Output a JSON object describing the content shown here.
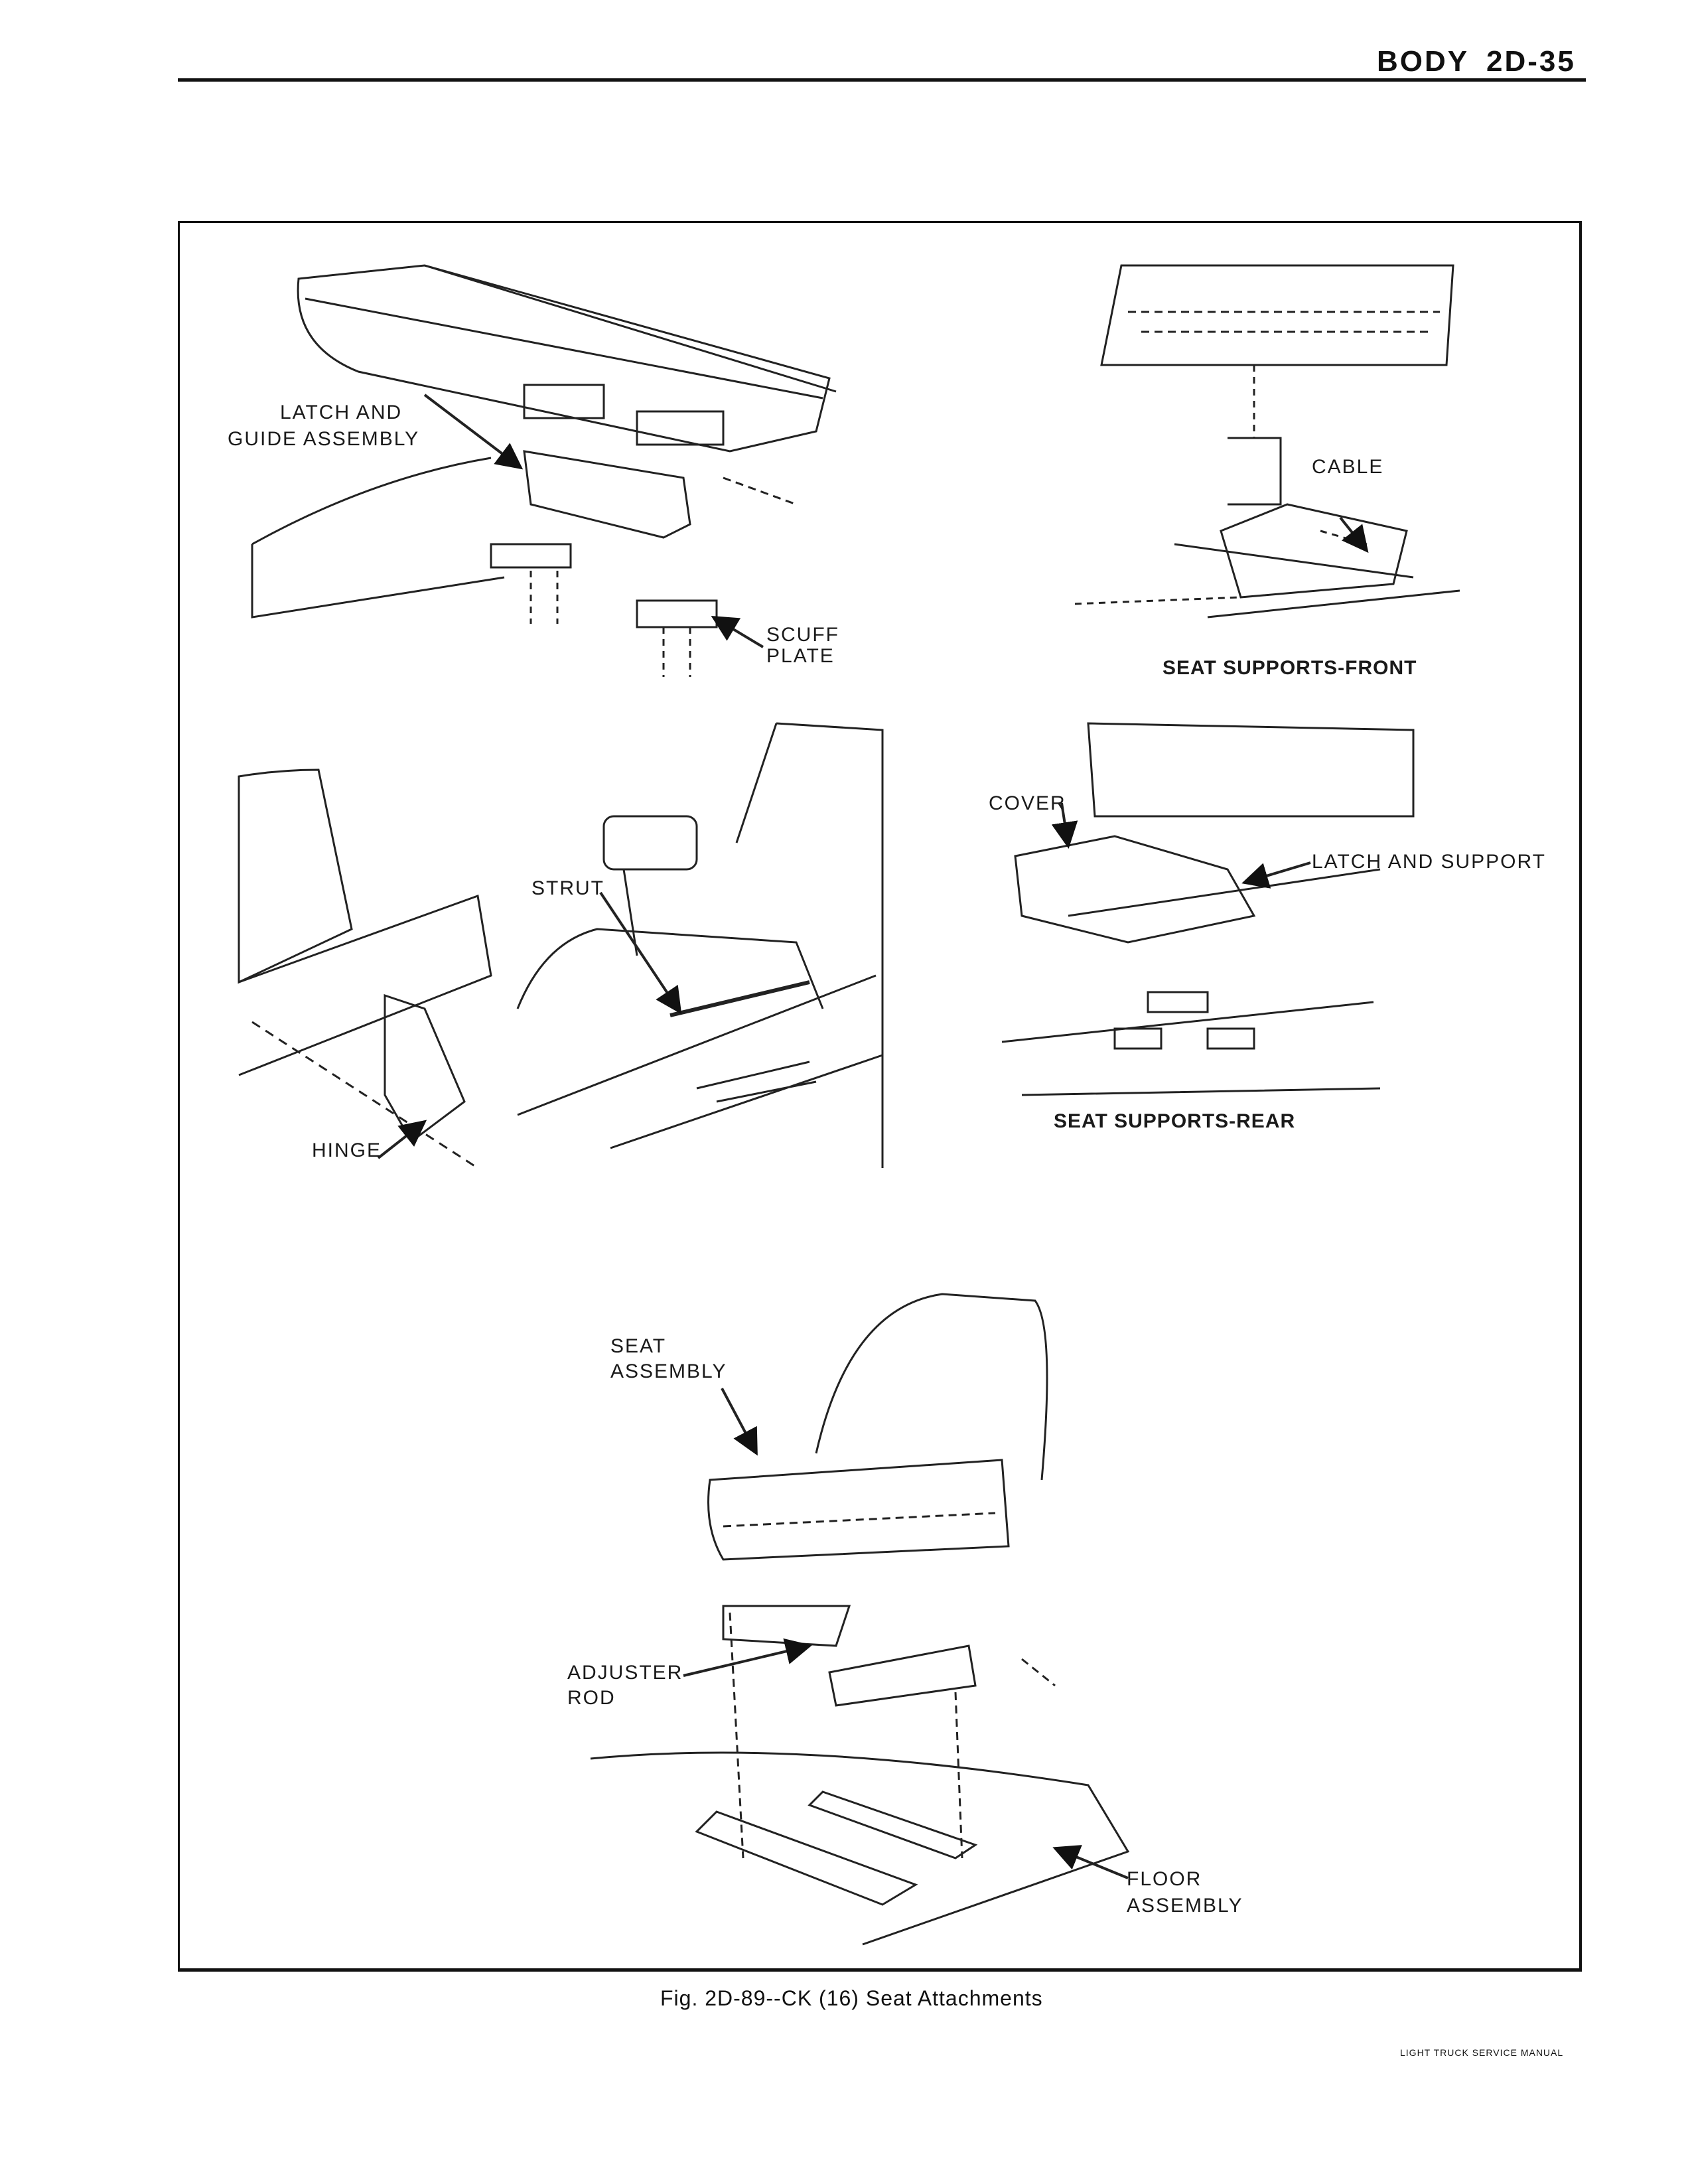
{
  "header": {
    "section": "BODY",
    "page_number": "2D-35"
  },
  "labels": {
    "latch_guide_1": "LATCH AND",
    "latch_guide_2": "GUIDE ASSEMBLY",
    "scuff_1": "SCUFF",
    "scuff_2": "PLATE",
    "cable": "CABLE",
    "seat_supports_front": "SEAT SUPPORTS-FRONT",
    "cover": "COVER",
    "latch_support": "LATCH AND SUPPORT",
    "strut": "STRUT",
    "hinge": "HINGE",
    "seat_supports_rear": "SEAT SUPPORTS-REAR",
    "seat_assembly_1": "SEAT",
    "seat_assembly_2": "ASSEMBLY",
    "adjuster_rod_1": "ADJUSTER",
    "adjuster_rod_2": "ROD",
    "floor_assembly_1": "FLOOR",
    "floor_assembly_2": "ASSEMBLY"
  },
  "caption": "Fig. 2D-89--CK (16) Seat Attachments",
  "footer": "LIGHT TRUCK SERVICE MANUAL"
}
